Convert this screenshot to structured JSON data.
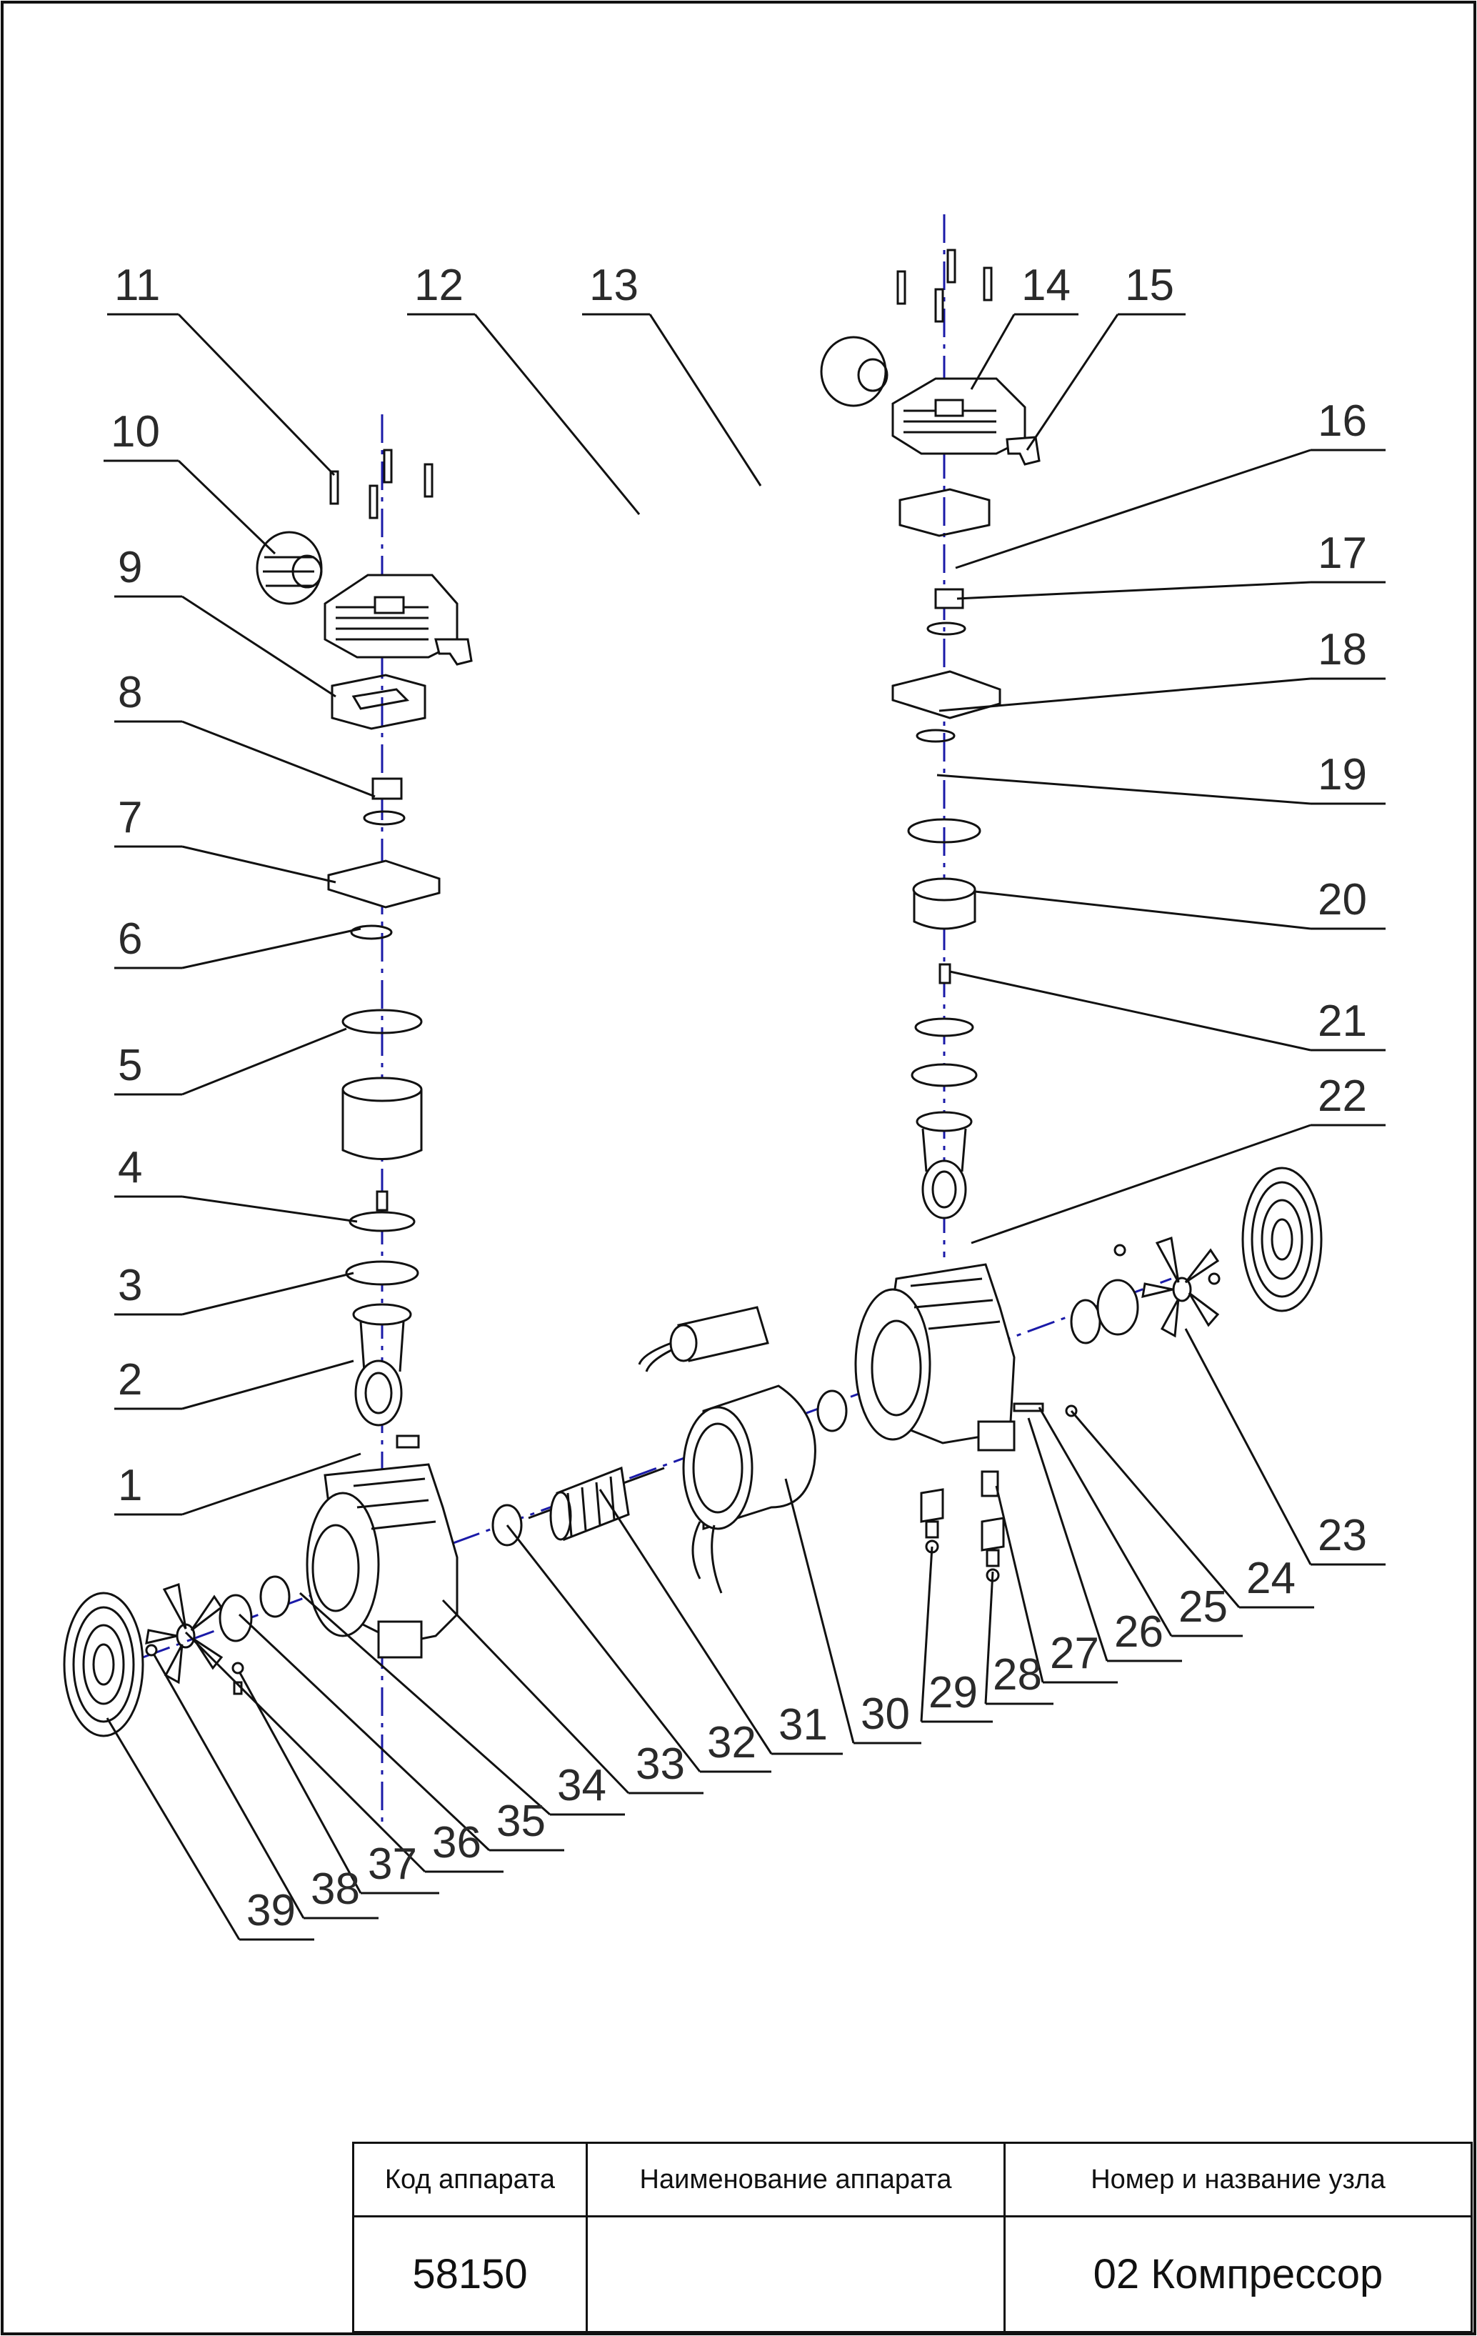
{
  "labels": [
    "1",
    "2",
    "3",
    "4",
    "5",
    "6",
    "7",
    "8",
    "9",
    "10",
    "11",
    "12",
    "13",
    "14",
    "15",
    "16",
    "17",
    "18",
    "19",
    "20",
    "21",
    "22",
    "23",
    "24",
    "25",
    "26",
    "27",
    "28",
    "29",
    "30",
    "31",
    "32",
    "33",
    "34",
    "35",
    "36",
    "37",
    "38",
    "39"
  ],
  "title_block": {
    "code_header": "Код аппарата",
    "name_header": "Наименование аппарата",
    "node_header": "Номер и название узла",
    "code_value": "58150",
    "name_value": "",
    "node_value": "02 Компрессор"
  },
  "colors": {
    "axis": "#1a1aa8",
    "line": "#111111",
    "label": "#2a2a2a"
  }
}
